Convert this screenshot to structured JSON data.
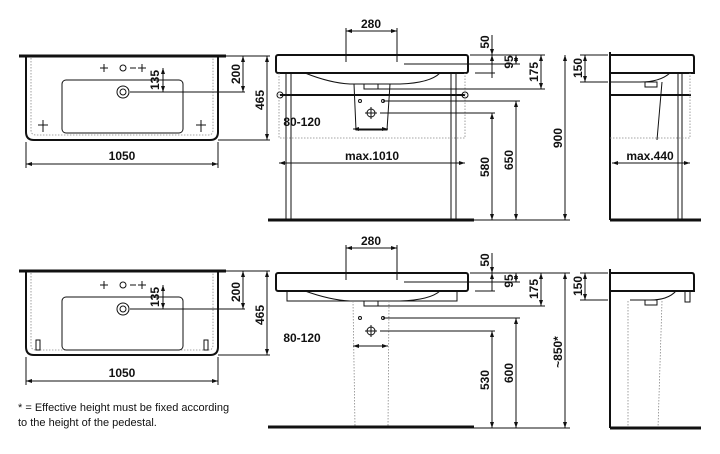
{
  "top_row": {
    "plan": {
      "width": "1050",
      "depth": "465",
      "drain_from_back": "200",
      "tap_to_drain": "135"
    },
    "front": {
      "tap_spacing": "280",
      "d50": "50",
      "d95": "95",
      "d175": "175",
      "height": "900",
      "d580": "580",
      "d650": "650",
      "outlet_spacing": "80-120",
      "max_width": "max.1010"
    },
    "side": {
      "d150": "150",
      "max_depth": "max.440"
    }
  },
  "bottom_row": {
    "plan": {
      "width": "1050",
      "depth": "465",
      "drain_from_back": "200",
      "tap_to_drain": "135"
    },
    "front": {
      "tap_spacing": "280",
      "d50": "50",
      "d95": "95",
      "d175": "175",
      "height": "~850*",
      "d530": "530",
      "d600": "600",
      "outlet_spacing": "80-120"
    },
    "side": {
      "d150": "150"
    }
  },
  "footnote": {
    "line1": "* = Effective height must be fixed according",
    "line2": "to the height of the pedestal."
  }
}
